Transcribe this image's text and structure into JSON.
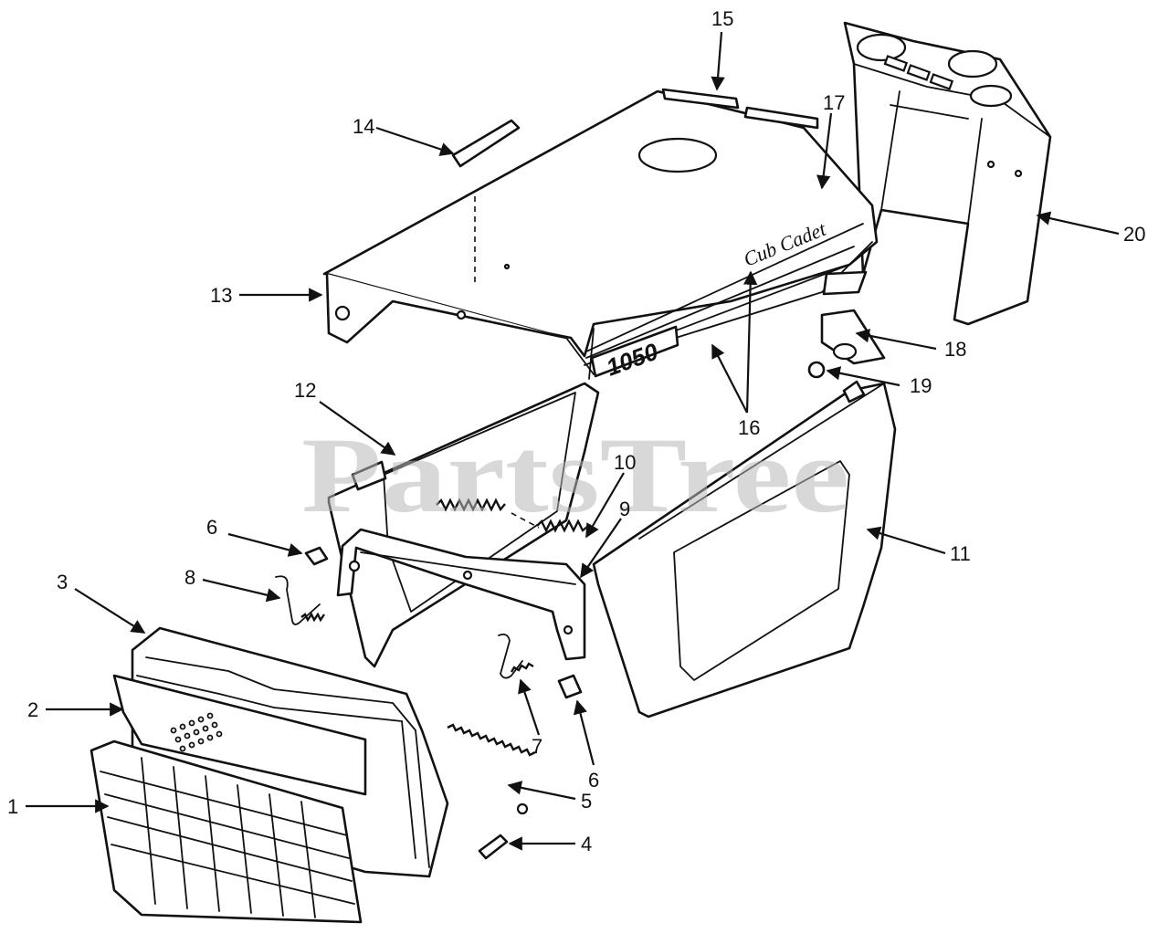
{
  "watermark": "PartsTree",
  "hood_emblem": {
    "model": "1050",
    "brand": "Cub Cadet"
  },
  "callouts": {
    "c1": "1",
    "c2": "2",
    "c3": "3",
    "c4": "4",
    "c5": "5",
    "c6a": "6",
    "c6b": "6",
    "c7": "7",
    "c8": "8",
    "c9": "9",
    "c10": "10",
    "c11": "11",
    "c12": "12",
    "c13": "13",
    "c14": "14",
    "c15": "15",
    "c16": "16",
    "c17": "17",
    "c18": "18",
    "c19": "19",
    "c20": "20"
  },
  "colors": {
    "line": "#111111",
    "background": "#ffffff",
    "watermark": "#b8b8b8"
  }
}
